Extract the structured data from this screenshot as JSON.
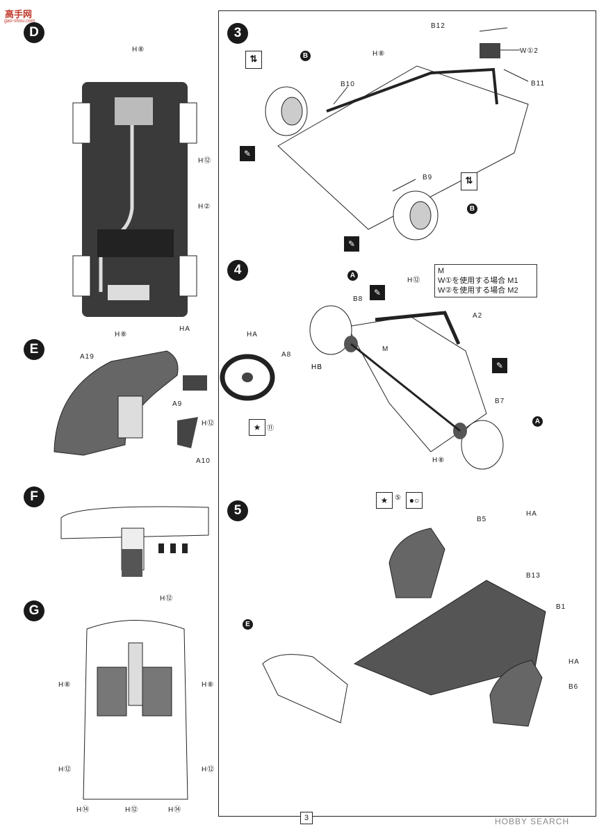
{
  "site_logo": {
    "name": "高手网",
    "sub": "gao-shou.com"
  },
  "steps": {
    "D": {
      "label": "D",
      "parts": [
        "H⑧",
        "H⑫",
        "H②",
        "H⑧"
      ]
    },
    "E": {
      "label": "E",
      "parts": {
        "a19": "A19",
        "ha": "HA",
        "a9": "A9",
        "h12": "H⑫",
        "a10": "A10",
        "ha2": "HA",
        "a8": "A8",
        "hb": "HB",
        "star": "⑪"
      }
    },
    "F": {
      "label": "F",
      "parts": {
        "h12": "H⑫"
      }
    },
    "G": {
      "label": "G",
      "parts": {
        "h8l": "H⑧",
        "h8r": "H⑧",
        "h12l": "H⑫",
        "h12r": "H⑫",
        "h14l": "H⑭",
        "h12c": "H⑫",
        "h14r": "H⑭"
      }
    },
    "s3": {
      "label": "3",
      "parts": {
        "b12": "B12",
        "w12": "W①2",
        "h8": "H⑧",
        "b10": "B10",
        "b11": "B11",
        "b9": "B9",
        "b": "B",
        "b2": "B"
      }
    },
    "s4": {
      "label": "4",
      "parts": {
        "a": "A",
        "h12": "H⑫",
        "b8": "B8",
        "a2": "A2",
        "m": "M",
        "hb": "HB",
        "b7": "B7",
        "h8": "H⑧",
        "a_r": "A"
      }
    },
    "s5": {
      "label": "5",
      "parts": {
        "star": "⑤",
        "ha": "HA",
        "b5": "B5",
        "b13": "B13",
        "b1": "B1",
        "e": "E",
        "ha2": "HA",
        "b6": "B6"
      }
    }
  },
  "legend": {
    "title": "M",
    "line1": "W①を使用する場合  M1",
    "line2": "W②を使用する場合  M2"
  },
  "page_number": "3",
  "watermark": "HOBBY SEARCH"
}
